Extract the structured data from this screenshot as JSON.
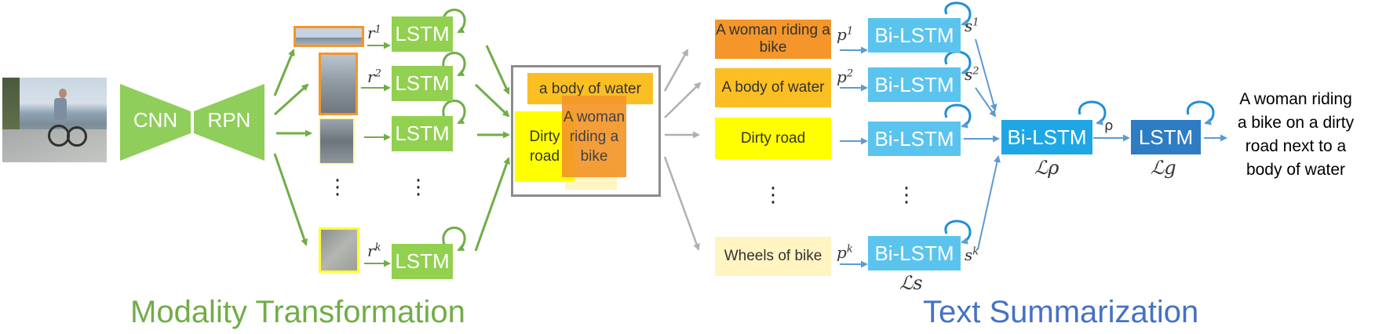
{
  "colors": {
    "green": "#70ad47",
    "lstm_green": "#92d050",
    "bilstm_light": "#5bc4ee",
    "bilstm_mid": "#1ea7e4",
    "lstm_dark": "#2e7cc4",
    "blue_text": "#4472c4",
    "orange": "#f4962a",
    "yellow": "#ffff00",
    "gold": "#fbbf24",
    "pale_yellow": "#fff4c2"
  },
  "modality": {
    "cnn_label": "CNN",
    "rpn_label": "RPN",
    "lstm_label": "LSTM",
    "region_vars": [
      {
        "base": "r",
        "sup": "1"
      },
      {
        "base": "r",
        "sup": "2"
      },
      {
        "base": "r",
        "sup": "k"
      }
    ],
    "section_title": "Modality Transformation"
  },
  "dense_caption_box": {
    "water": "a body of water",
    "woman": "A woman riding a bike",
    "dirty": "Dirty road"
  },
  "summarization": {
    "captions": [
      "A woman riding a bike",
      "A body of water",
      "Dirty road",
      "Wheels of bike"
    ],
    "caption_vars": [
      {
        "base": "p",
        "sup": "1"
      },
      {
        "base": "p",
        "sup": "2"
      },
      {
        "base": "p",
        "sup": "k"
      }
    ],
    "state_vars": [
      {
        "base": "s",
        "sup": "1"
      },
      {
        "base": "s",
        "sup": "2"
      },
      {
        "base": "s",
        "sup": "k"
      }
    ],
    "bilstm_label": "Bi-LSTM",
    "lstm_label": "LSTM",
    "rho_label": "ρ",
    "loss_s": "ℒs",
    "loss_rho": "ℒρ",
    "loss_g": "ℒg",
    "output_text": "A woman riding a bike on a dirty road next to  a body of water",
    "section_title": "Text Summarization"
  }
}
